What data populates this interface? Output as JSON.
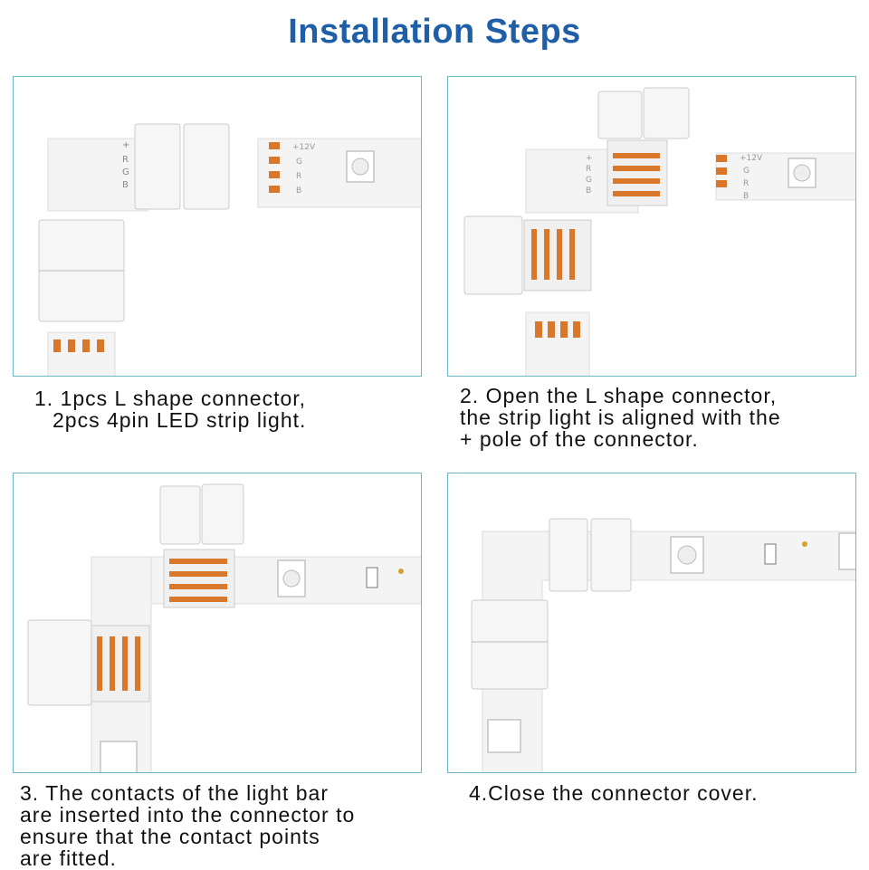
{
  "title": "Installation Steps",
  "steps": [
    {
      "lines": [
        "1. 1pcs L shape connector,",
        "2pcs 4pin LED strip light."
      ]
    },
    {
      "lines": [
        "2. Open the L shape connector,",
        "the strip light is aligned with the",
        "+ pole of the connector."
      ]
    },
    {
      "lines": [
        "3. The contacts of the light bar",
        "are inserted into the connector to",
        "ensure that the contact points",
        "are fitted."
      ]
    },
    {
      "lines": [
        "4.Close the connector cover."
      ]
    }
  ],
  "strip_labels": {
    "plus": "+",
    "v12": "+12V",
    "r": "R",
    "g": "G",
    "b": "B"
  },
  "colors": {
    "title": "#1f5fa8",
    "panel_border": "#6fb7c4",
    "copper": "#d9782a",
    "strip": "#f4f4f4"
  }
}
